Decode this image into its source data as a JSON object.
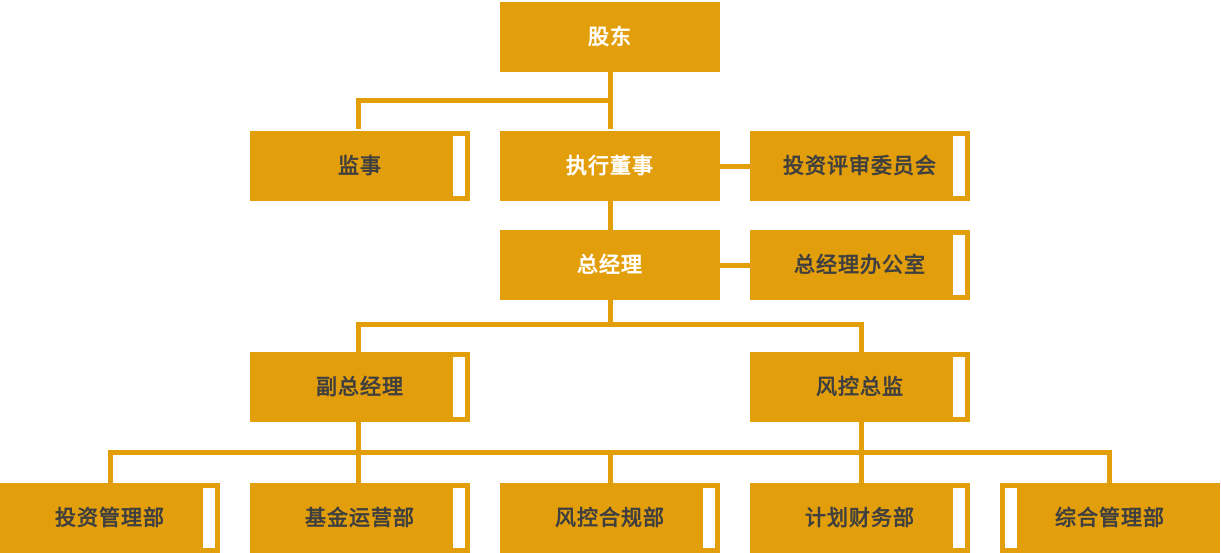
{
  "chart_data": {
    "type": "diagram",
    "title": "",
    "diagram_kind": "organization-chart",
    "orientation": "top-down",
    "accent_color": "#E39F0B",
    "stripe_color": "#FFFFFF",
    "background_color": "#FFFFFF",
    "light_text_color": "#FFFFFF",
    "dark_text_color": "#3F3F3F",
    "levels": [
      {
        "level": 1,
        "nodes": [
          "shareholders"
        ]
      },
      {
        "level": 2,
        "nodes": [
          "supervisor",
          "executive-director",
          "investment-review-committee"
        ]
      },
      {
        "level": 3,
        "nodes": [
          "general-manager",
          "gm-office"
        ]
      },
      {
        "level": 4,
        "nodes": [
          "deputy-general-manager",
          "risk-control-director"
        ]
      },
      {
        "level": 5,
        "nodes": [
          "investment-management-dept",
          "fund-operations-dept",
          "risk-compliance-dept",
          "planning-finance-dept",
          "general-admin-dept"
        ]
      }
    ],
    "edges": [
      {
        "from": "shareholders",
        "to": "supervisor"
      },
      {
        "from": "shareholders",
        "to": "executive-director"
      },
      {
        "from": "executive-director",
        "to": "investment-review-committee"
      },
      {
        "from": "executive-director",
        "to": "general-manager"
      },
      {
        "from": "general-manager",
        "to": "gm-office"
      },
      {
        "from": "general-manager",
        "to": "deputy-general-manager"
      },
      {
        "from": "general-manager",
        "to": "risk-control-director"
      },
      {
        "from": "deputy-general-manager",
        "to": "investment-management-dept"
      },
      {
        "from": "deputy-general-manager",
        "to": "fund-operations-dept"
      },
      {
        "from": "deputy-general-manager",
        "to": "risk-compliance-dept"
      },
      {
        "from": "risk-control-director",
        "to": "planning-finance-dept"
      },
      {
        "from": "risk-control-director",
        "to": "general-admin-dept"
      }
    ]
  },
  "nodes": {
    "shareholders": {
      "label": "股东",
      "text_style": "light",
      "stripe": "none"
    },
    "supervisor": {
      "label": "监事",
      "text_style": "dark",
      "stripe": "right"
    },
    "executive_director": {
      "label": "执行董事",
      "text_style": "light",
      "stripe": "none"
    },
    "investment_review_committee": {
      "label": "投资评审委员会",
      "text_style": "dark",
      "stripe": "right"
    },
    "general_manager": {
      "label": "总经理",
      "text_style": "light",
      "stripe": "none"
    },
    "gm_office": {
      "label": "总经理办公室",
      "text_style": "dark",
      "stripe": "right"
    },
    "deputy_general_manager": {
      "label": "副总经理",
      "text_style": "dark",
      "stripe": "right"
    },
    "risk_control_director": {
      "label": "风控总监",
      "text_style": "dark",
      "stripe": "right"
    },
    "investment_management_dept": {
      "label": "投资管理部",
      "text_style": "dark",
      "stripe": "right"
    },
    "fund_operations_dept": {
      "label": "基金运营部",
      "text_style": "dark",
      "stripe": "right"
    },
    "risk_compliance_dept": {
      "label": "风控合规部",
      "text_style": "dark",
      "stripe": "right"
    },
    "planning_finance_dept": {
      "label": "计划财务部",
      "text_style": "dark",
      "stripe": "right"
    },
    "general_admin_dept": {
      "label": "综合管理部",
      "text_style": "dark",
      "stripe": "left"
    }
  }
}
